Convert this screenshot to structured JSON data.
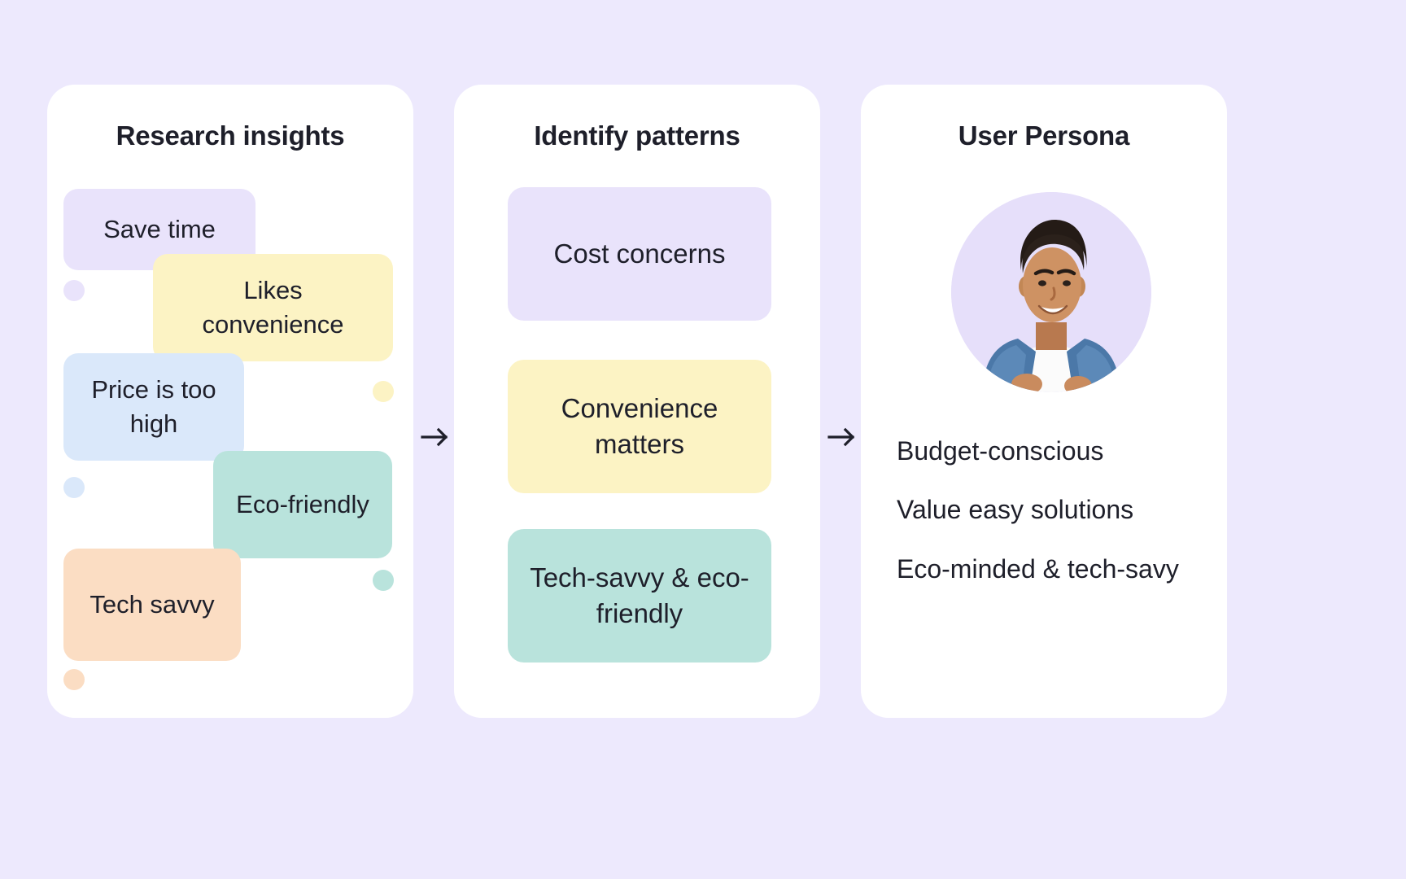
{
  "background_color": "#EDE9FD",
  "cards": {
    "research": {
      "title": "Research insights",
      "chips": [
        {
          "label": "Save time",
          "color": "#E9E3FB"
        },
        {
          "label": "Likes convenience",
          "color": "#FCF3C4"
        },
        {
          "label": "Price is too high",
          "color": "#DAE8FA"
        },
        {
          "label": "Eco-friendly",
          "color": "#B9E3DC"
        },
        {
          "label": "Tech savvy",
          "color": "#FBDDC3"
        }
      ],
      "dots": [
        {
          "name": "dot-purple",
          "color": "#E9E3FB"
        },
        {
          "name": "dot-yellow",
          "color": "#FCF3C4"
        },
        {
          "name": "dot-blue",
          "color": "#DAE8FA"
        },
        {
          "name": "dot-teal",
          "color": "#B9E3DC"
        },
        {
          "name": "dot-orange",
          "color": "#FBDDC3"
        }
      ]
    },
    "patterns": {
      "title": "Identify patterns",
      "chips": [
        {
          "label": "Cost concerns",
          "color": "#E9E3FB"
        },
        {
          "label": "Convenience matters",
          "color": "#FCF3C4"
        },
        {
          "label": "Tech-savvy & eco-friendly",
          "color": "#B9E3DC"
        }
      ]
    },
    "persona": {
      "title": "User Persona",
      "avatar": {
        "icon": "person-avatar-photo",
        "background_color": "#E6DFFA"
      },
      "traits": [
        "Budget-conscious",
        "Value easy solutions",
        "Eco-minded & tech-savy"
      ]
    }
  },
  "connectors": [
    {
      "name": "arrow-1",
      "icon": "arrow-right-icon"
    },
    {
      "name": "arrow-2",
      "icon": "arrow-right-icon"
    }
  ]
}
